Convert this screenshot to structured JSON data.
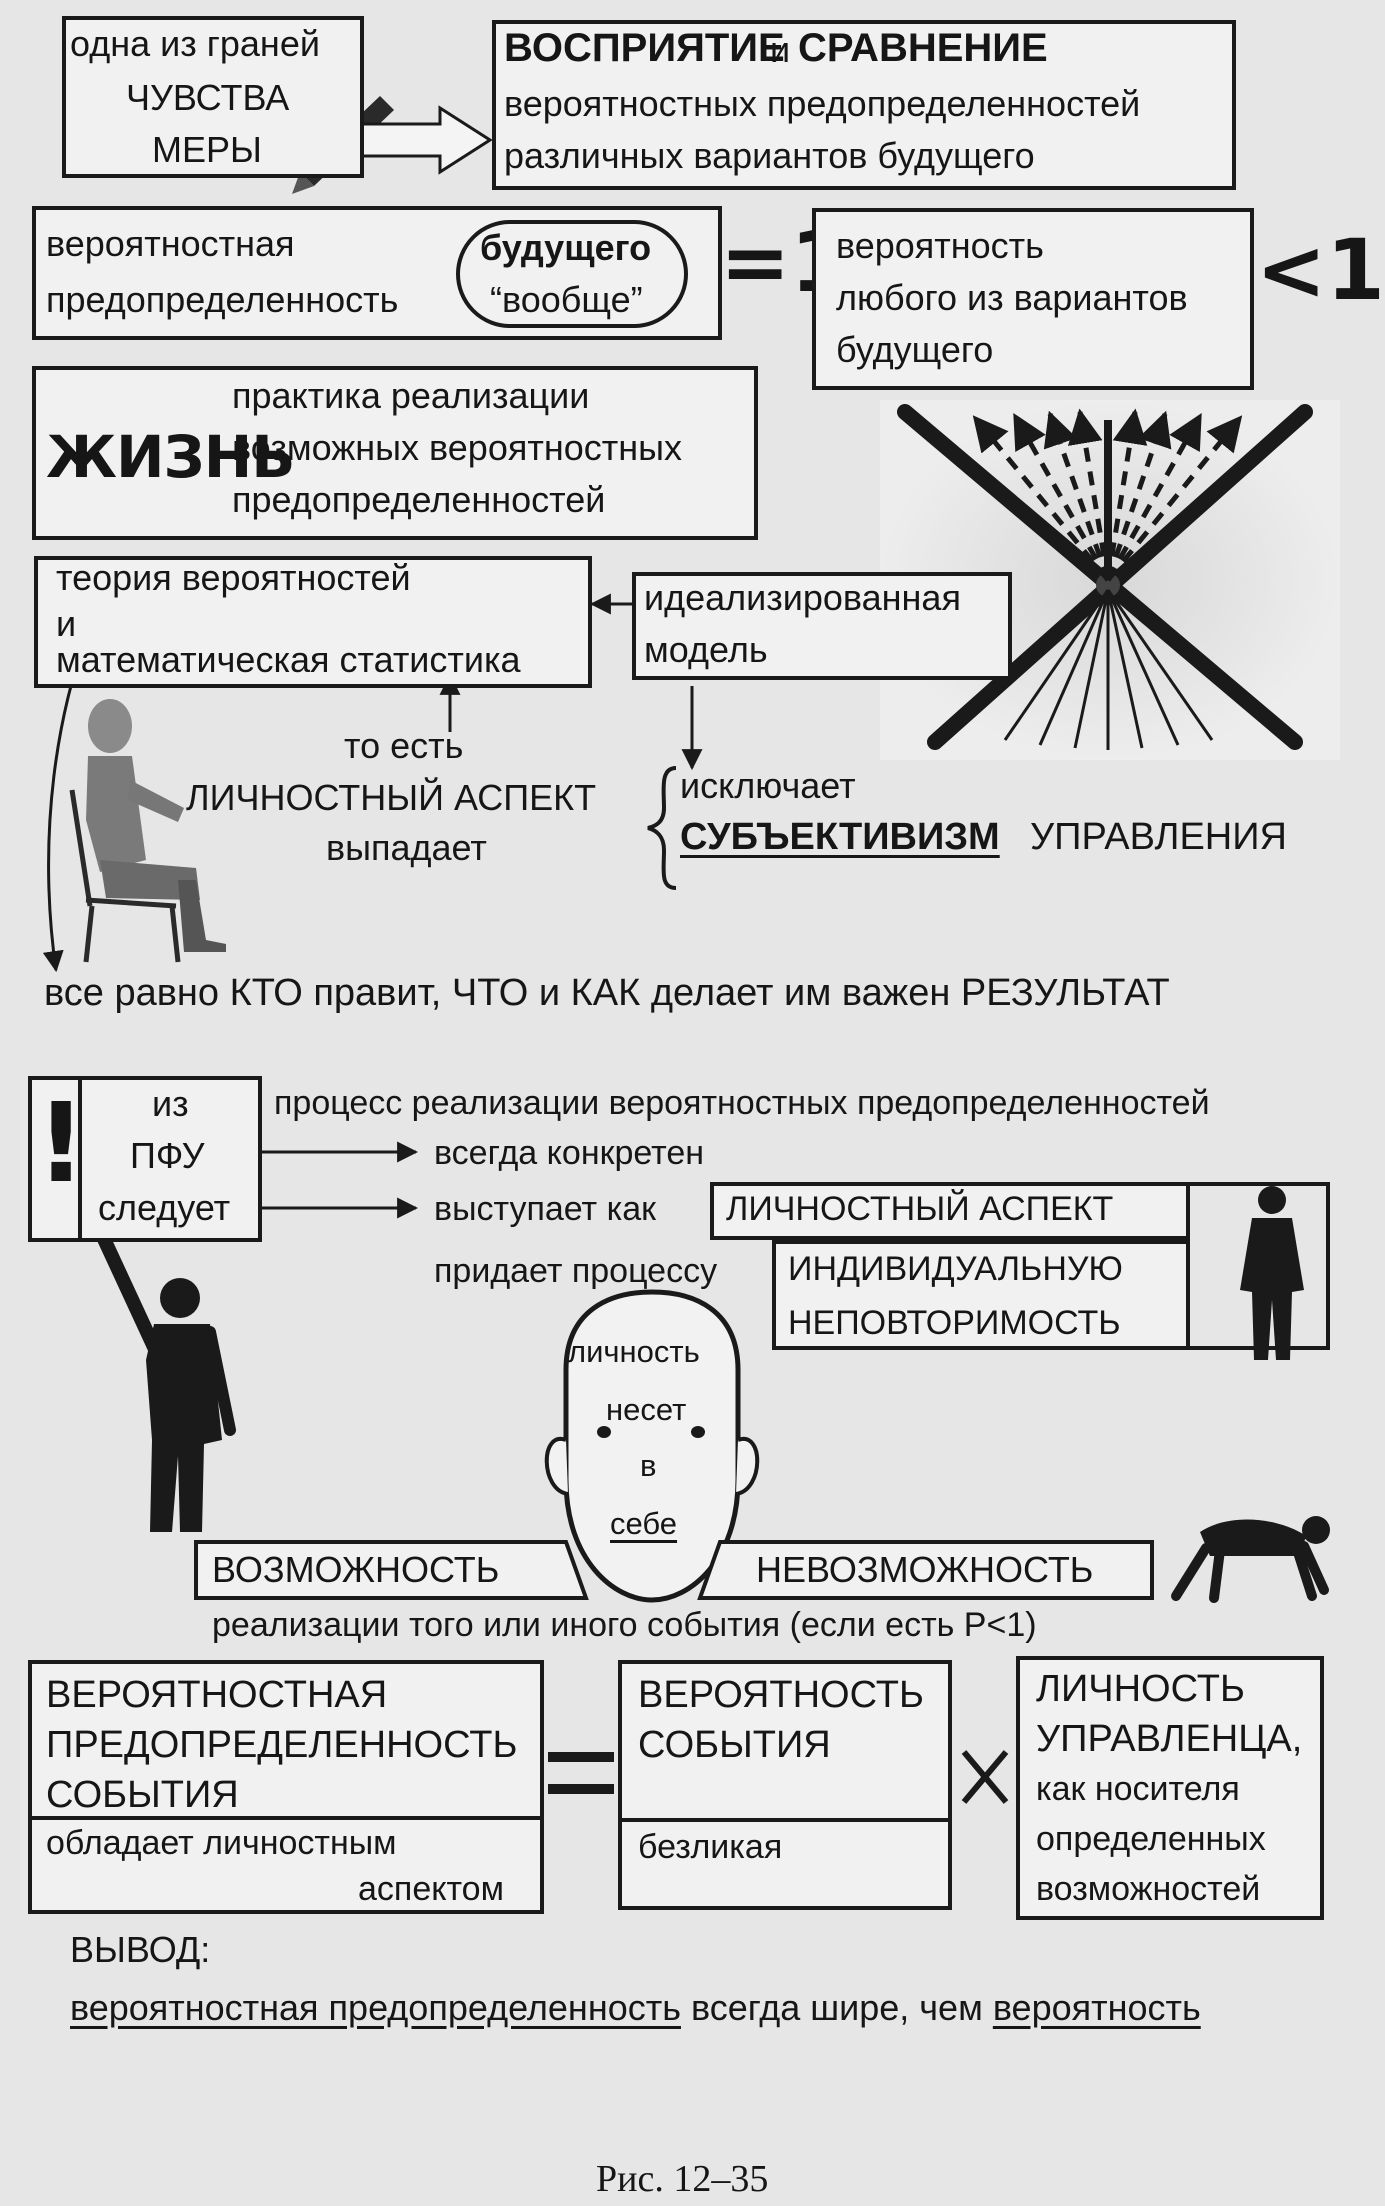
{
  "facet": {
    "line1": "одна из граней",
    "line2": "ЧУВСТВА",
    "line3": "МЕРЫ"
  },
  "perception": {
    "title_a": "ВОСПРИЯТИЕ",
    "title_and": "и",
    "title_b": "СРАВНЕНИЕ",
    "line2": "вероятностных предопределенностей",
    "line3": "различных вариантов будущего"
  },
  "pred_future": {
    "line1": "вероятностная",
    "line2": "предопределенность",
    "oval1": "будущего",
    "oval2": "“вообще”",
    "eq": "=1"
  },
  "prob_variant": {
    "line1": "вероятность",
    "line2": "любого из вариантов",
    "line3": "будущего",
    "lt": "<1"
  },
  "life": {
    "word": "ЖИЗНЬ",
    "line1": "практика реализации",
    "line2": "возможных вероятностных",
    "line3": "предопределенностей"
  },
  "theory": {
    "line1": "теория вероятностей",
    "line2": "и",
    "line3": "математическая статистика"
  },
  "ideal": {
    "line1": "идеализированная",
    "line2": "модель"
  },
  "aspect": {
    "line1": "то есть",
    "line2": "ЛИЧНОСТНЫЙ АСПЕКТ",
    "line3": "выпадает"
  },
  "excludes": {
    "line1": "исключает",
    "word_bold": "СУБЪЕКТИВИЗМ",
    "word_rest": "УПРАВЛЕНИЯ"
  },
  "result_line": "все равно КТО правит, ЧТО и КАК делает им важен РЕЗУЛЬТАТ",
  "pfu": {
    "excl": "!",
    "line1": "из",
    "line2": "ПФУ",
    "line3": "следует"
  },
  "process": {
    "header": "процесс реализации вероятностных предопределенностей",
    "always": "всегда конкретен",
    "acts_as": "выступает как",
    "personal": "ЛИЧНОСТНЫЙ АСПЕКТ",
    "gives": "придает процессу",
    "indiv1": "ИНДИВИДУАЛЬНУЮ",
    "indiv2": "НЕПОВТОРИМОСТЬ"
  },
  "head": {
    "line1": "личность",
    "line2": "несет",
    "line3": "в",
    "line4": "себе"
  },
  "possibility": "ВОЗМОЖНОСТЬ",
  "impossibility": "НЕВОЗМОЖНОСТЬ",
  "realization": "реализации того или иного события (если есть Р<1)",
  "formula": {
    "a1": "ВЕРОЯТНОСТНАЯ",
    "a2": "ПРЕДОПРЕДЕЛЕННОСТЬ",
    "a3": "СОБЫТИЯ",
    "a_sub1": "обладает личностным",
    "a_sub2": "аспектом",
    "b1": "ВЕРОЯТНОСТЬ",
    "b2": "СОБЫТИЯ",
    "b_sub": "безликая",
    "c1": "ЛИЧНОСТЬ",
    "c2": "УПРАВЛЕНЦА,",
    "c3": "как носителя",
    "c4": "определенных",
    "c5": "возможностей"
  },
  "conclusion": {
    "label": "ВЫВОД:",
    "part1": "вероятностная предопределенность",
    "part2": " всегда шире, чем ",
    "part3": "вероятность"
  },
  "caption": "Рис. 12–35"
}
